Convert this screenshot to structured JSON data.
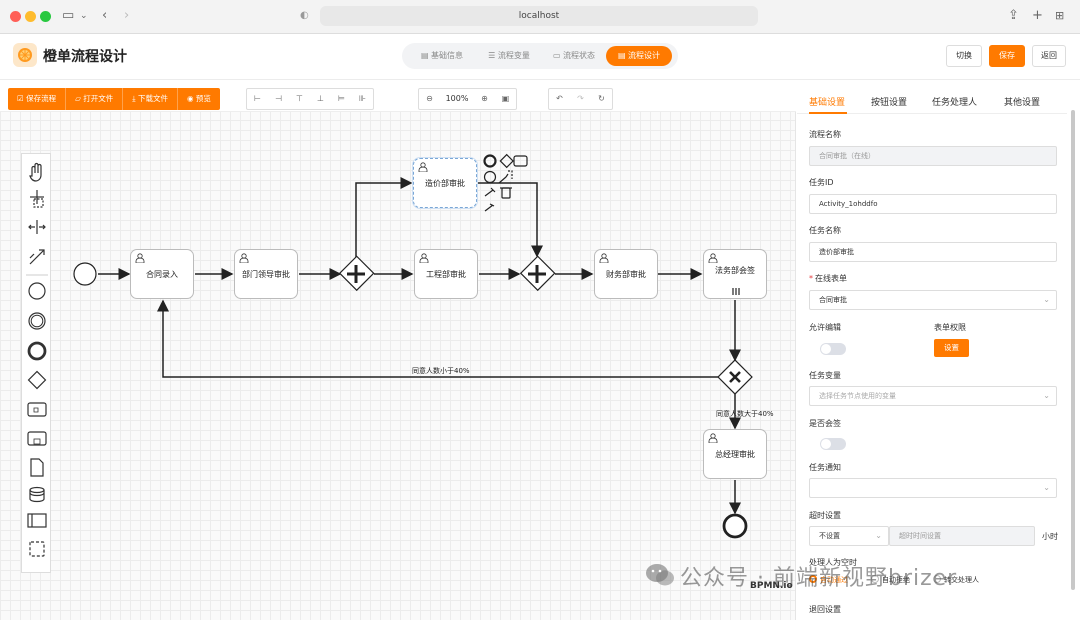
{
  "browser": {
    "url": "localhost"
  },
  "app": {
    "title": "橙单流程设计",
    "steps": [
      "基础信息",
      "流程变量",
      "流程状态",
      "流程设计"
    ],
    "actions": {
      "switch": "切换",
      "save": "保存",
      "back": "返回"
    }
  },
  "toolbar": {
    "file_actions": [
      "保存流程",
      "打开文件",
      "下载文件",
      "预览"
    ],
    "zoom": "100%"
  },
  "diagram": {
    "tasks": {
      "contract_entry": "合同录入",
      "dept_leader": "部门领导审批",
      "cost_dept": "造价部审批",
      "engineering": "工程部审批",
      "finance": "财务部审批",
      "legal_sign": "法务部会签",
      "gm_approve": "总经理审批"
    },
    "flow_labels": {
      "less_than": "同意人数小于40%",
      "greater_than": "同意人数大于40%"
    },
    "brand": "BPMN.io"
  },
  "panel": {
    "tabs": [
      "基础设置",
      "按钮设置",
      "任务处理人",
      "其他设置"
    ],
    "active_tab": 0,
    "process_name": {
      "label": "流程名称",
      "value": "合同审批（在线）"
    },
    "task_id": {
      "label": "任务ID",
      "value": "Activity_1ohddfo"
    },
    "task_name": {
      "label": "任务名称",
      "value": "造价部审批"
    },
    "online_form": {
      "label": "在线表单",
      "value": "合同审批"
    },
    "allow_edit": {
      "label": "允许编辑"
    },
    "form_permission": {
      "label": "表单权限",
      "button": "设置"
    },
    "task_variables": {
      "label": "任务变量",
      "placeholder": "选择任务节点使用的变量"
    },
    "countersign": {
      "label": "是否会签"
    },
    "task_notify": {
      "label": "任务通知"
    },
    "timeout": {
      "label": "超时设置",
      "select": "不设置",
      "placeholder": "超时时间设置",
      "unit": "小时"
    },
    "empty_handler": {
      "label": "处理人为空时",
      "options": [
        "自动通过",
        "自动拒绝",
        "转交处理人"
      ]
    },
    "reject": {
      "label": "退回设置"
    }
  },
  "watermark": "公众号 · 前端新视野brizer",
  "colors": {
    "accent": "#ff7a00",
    "canvas": "#fafafa",
    "grid": "#ececec"
  }
}
